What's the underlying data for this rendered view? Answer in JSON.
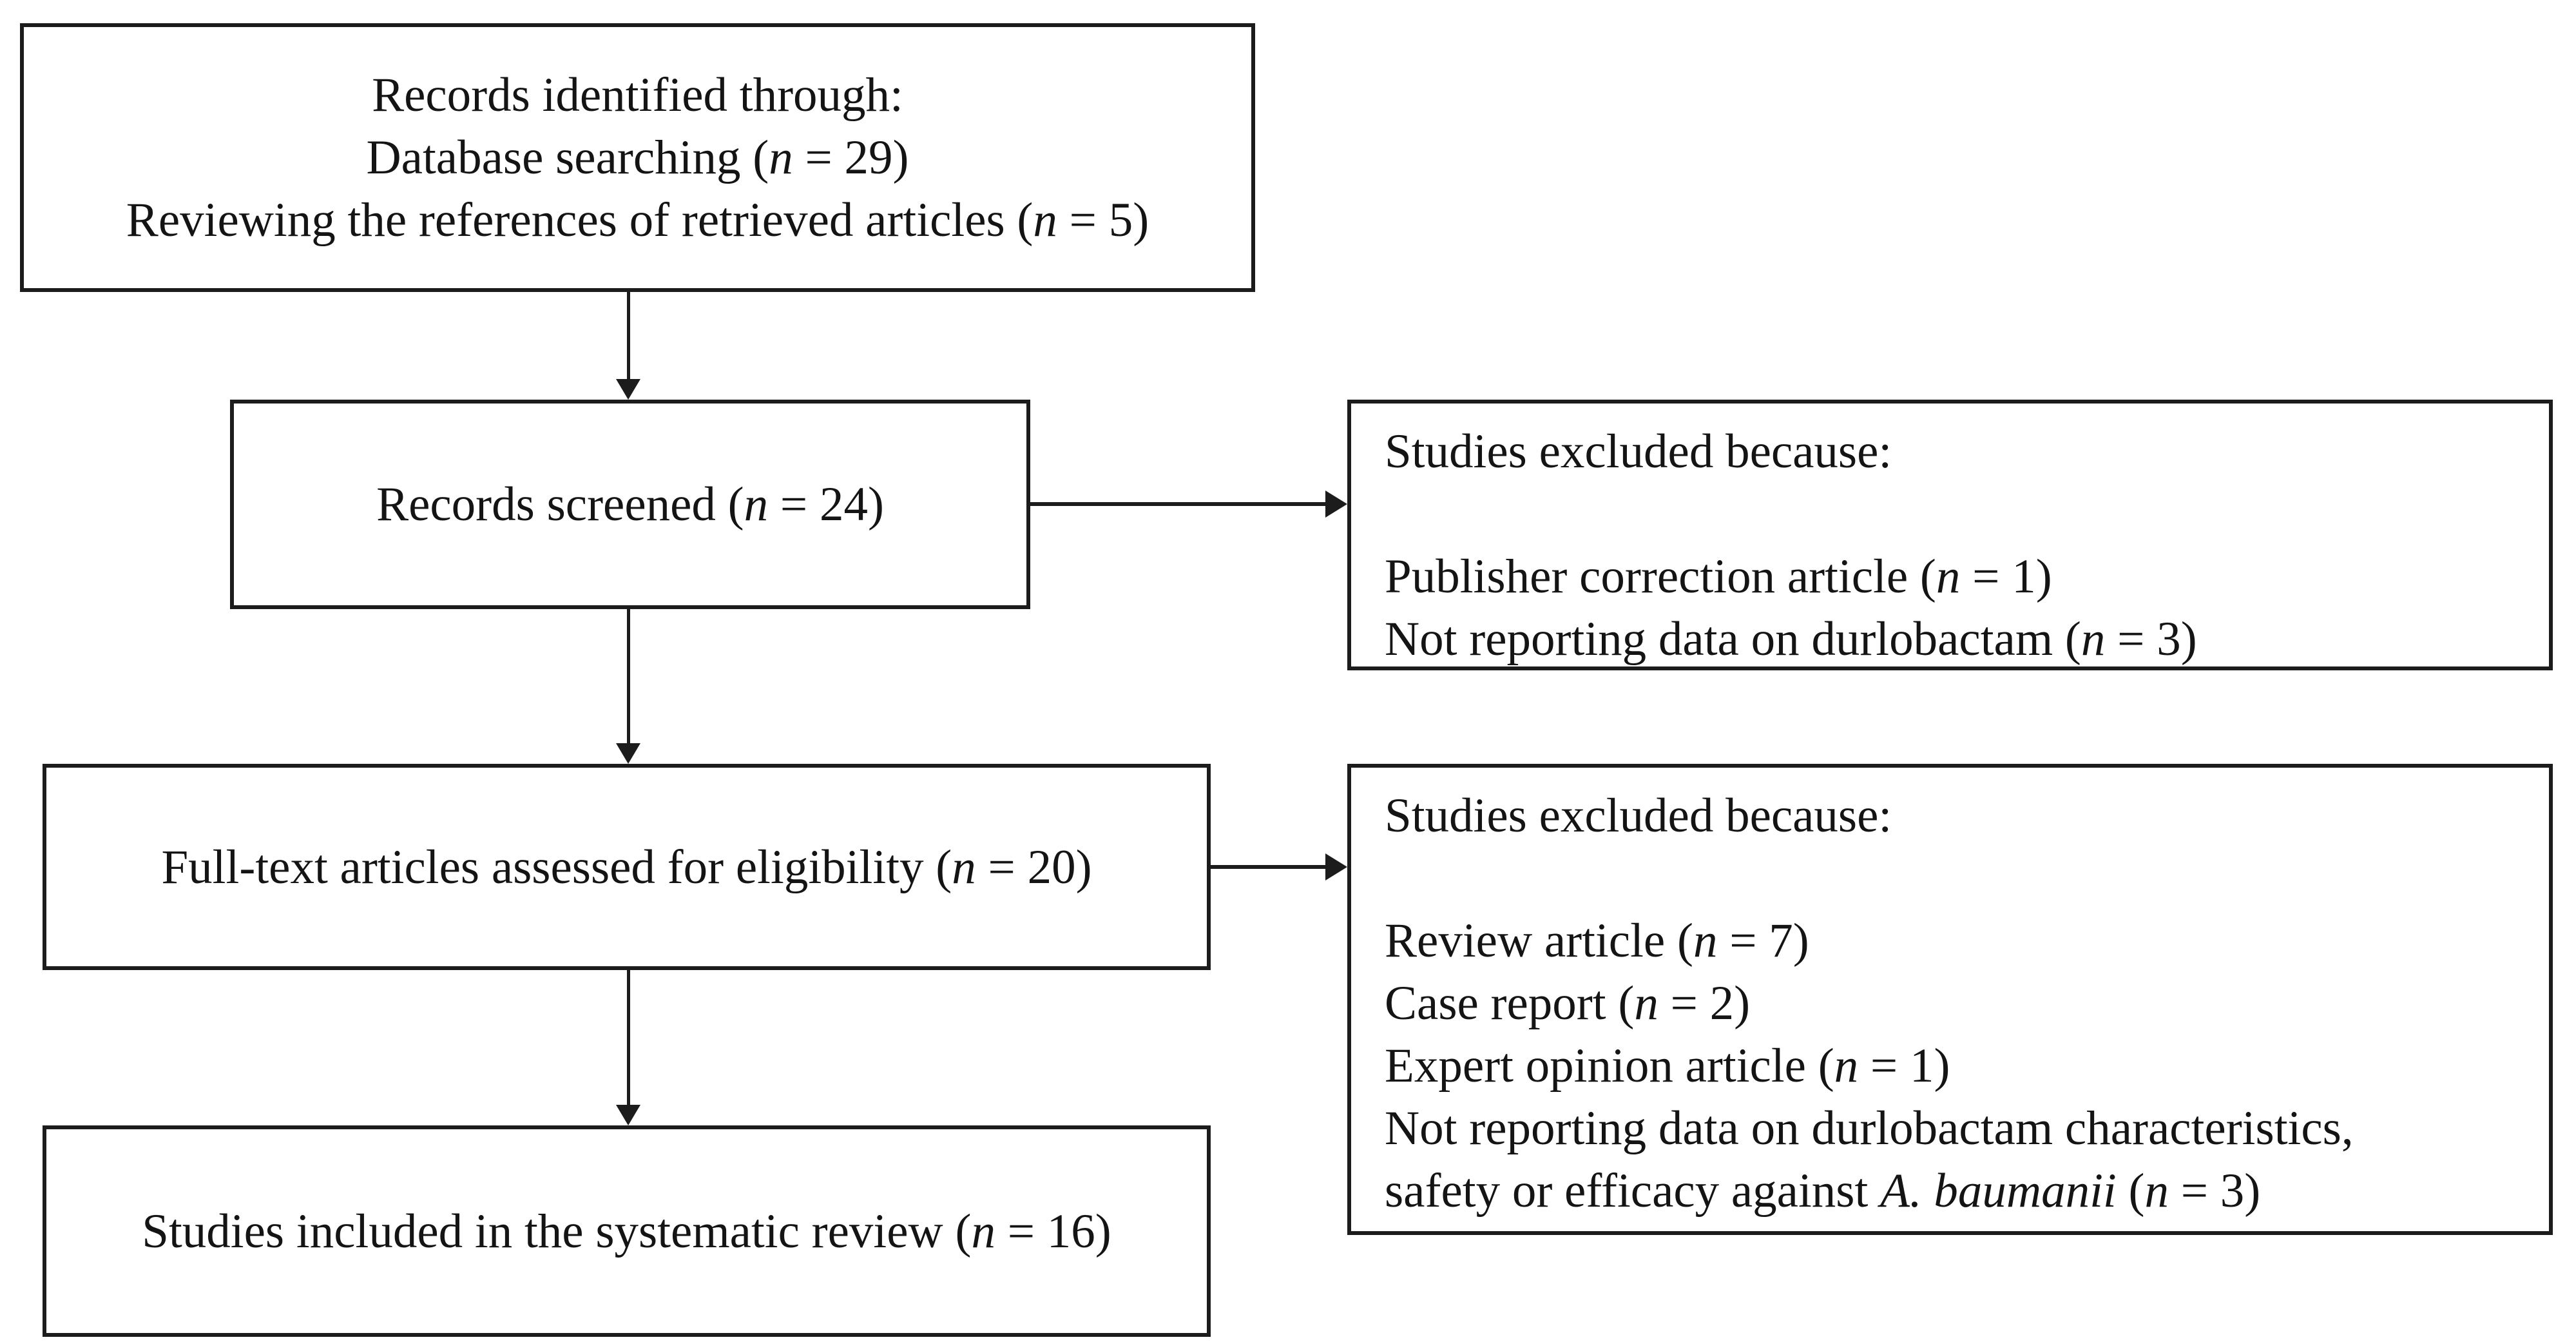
{
  "figure": {
    "type": "prisma-flow-diagram",
    "background_color": "#ffffff",
    "box_border_color": "#1c1c1c",
    "text_color": "#141414",
    "arrow_color": "#1c1c1c"
  },
  "boxes": {
    "identified": {
      "lines": [
        [
          {
            "t": "Records identified through:"
          }
        ],
        [
          {
            "t": "Database searching ("
          },
          {
            "t": "n",
            "i": true
          },
          {
            "t": " = 29)"
          }
        ],
        [
          {
            "t": "Reviewing the references of retrieved articles ("
          },
          {
            "t": "n",
            "i": true
          },
          {
            "t": " = 5)"
          }
        ]
      ]
    },
    "screened": {
      "lines": [
        [
          {
            "t": "Records screened ("
          },
          {
            "t": "n",
            "i": true
          },
          {
            "t": " = 24)"
          }
        ]
      ]
    },
    "excluded_screening": {
      "lines": [
        [
          {
            "t": "Studies excluded because:"
          }
        ],
        [],
        [
          {
            "t": "Publisher correction article ("
          },
          {
            "t": "n",
            "i": true
          },
          {
            "t": " = 1)"
          }
        ],
        [
          {
            "t": "Not reporting data on durlobactam ("
          },
          {
            "t": "n",
            "i": true
          },
          {
            "t": " = 3)"
          }
        ]
      ]
    },
    "fulltext": {
      "lines": [
        [
          {
            "t": "Full-text articles assessed for eligibility ("
          },
          {
            "t": "n",
            "i": true
          },
          {
            "t": " = 20)"
          }
        ]
      ]
    },
    "excluded_fulltext": {
      "lines": [
        [
          {
            "t": "Studies excluded because:"
          }
        ],
        [],
        [
          {
            "t": "Review article ("
          },
          {
            "t": "n",
            "i": true
          },
          {
            "t": " = 7)"
          }
        ],
        [
          {
            "t": "Case report ("
          },
          {
            "t": "n",
            "i": true
          },
          {
            "t": " = 2)"
          }
        ],
        [
          {
            "t": "Expert opinion article ("
          },
          {
            "t": "n",
            "i": true
          },
          {
            "t": " = 1)"
          }
        ],
        [
          {
            "t": "Not reporting data on durlobactam characteristics,"
          }
        ],
        [
          {
            "t": "safety or efficacy against "
          },
          {
            "t": "A. baumanii",
            "i": true
          },
          {
            "t": " ("
          },
          {
            "t": "n",
            "i": true
          },
          {
            "t": " = 3)"
          }
        ]
      ]
    },
    "included": {
      "lines": [
        [
          {
            "t": "Studies included in the systematic review ("
          },
          {
            "t": "n",
            "i": true
          },
          {
            "t": " = 16)"
          }
        ]
      ]
    }
  }
}
